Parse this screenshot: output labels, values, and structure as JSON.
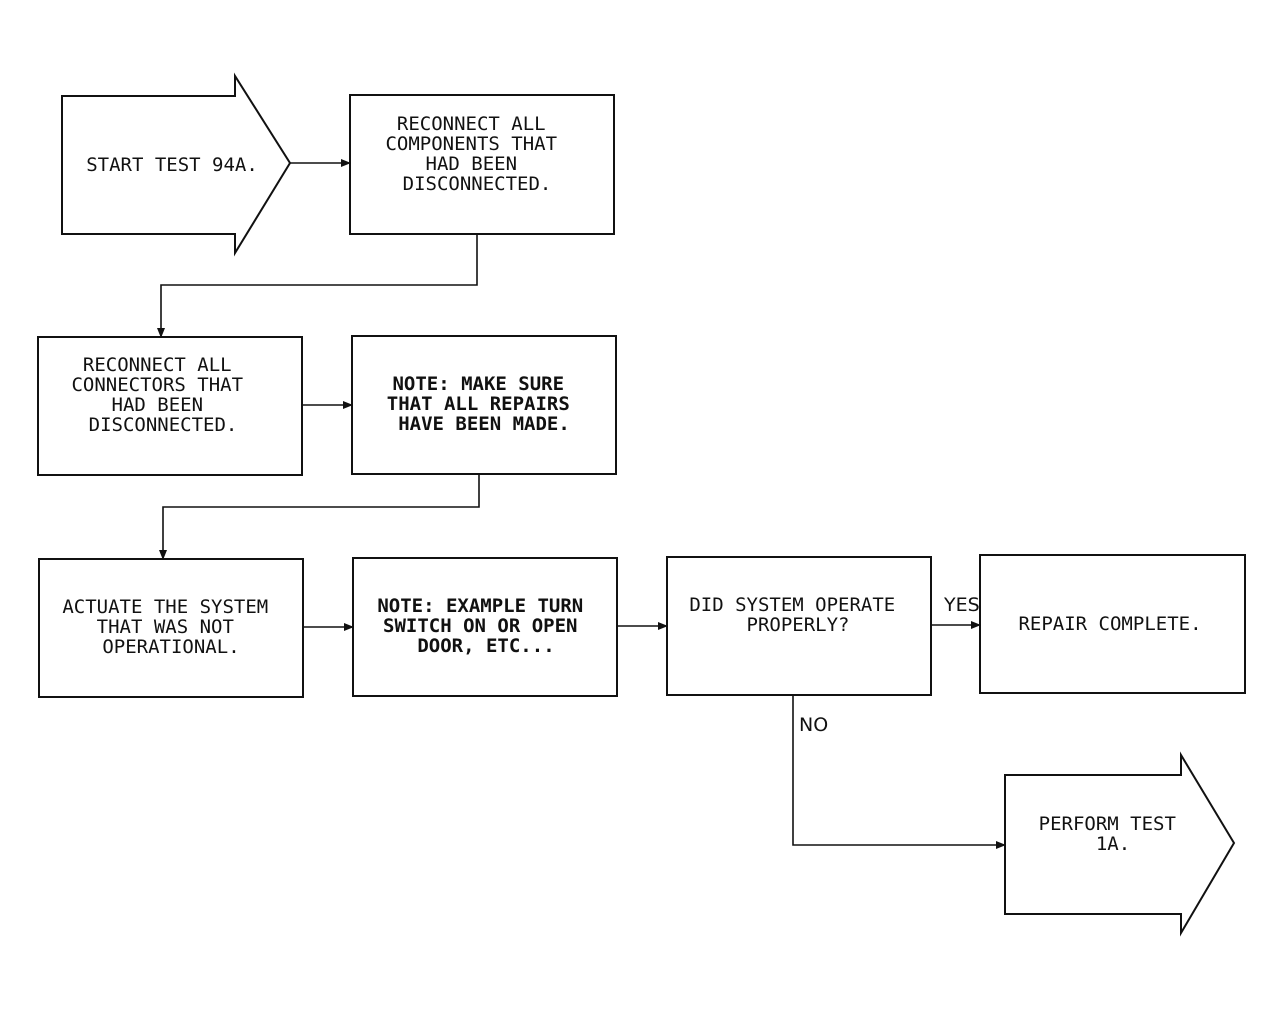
{
  "diagram": {
    "nodes": {
      "start": {
        "lines": [
          "START TEST 94A."
        ],
        "shape": "arrow"
      },
      "reconnect_components": {
        "lines": [
          "RECONNECT ALL",
          "COMPONENTS THAT",
          "HAD BEEN",
          "DISCONNECTED."
        ],
        "shape": "box"
      },
      "reconnect_connectors": {
        "lines": [
          "RECONNECT ALL",
          "CONNECTORS THAT",
          "HAD BEEN",
          "DISCONNECTED."
        ],
        "shape": "box"
      },
      "note_repairs": {
        "lines": [
          "NOTE: MAKE SURE",
          "THAT ALL REPAIRS",
          "HAVE BEEN MADE."
        ],
        "shape": "box"
      },
      "actuate": {
        "lines": [
          "ACTUATE THE SYSTEM",
          "THAT WAS NOT",
          "OPERATIONAL."
        ],
        "shape": "box"
      },
      "note_example": {
        "lines": [
          "NOTE: EXAMPLE TURN",
          "SWITCH ON OR OPEN",
          "DOOR, ETC..."
        ],
        "shape": "box"
      },
      "decision": {
        "lines": [
          "DID SYSTEM OPERATE",
          "PROPERLY?"
        ],
        "shape": "box"
      },
      "repair_complete": {
        "lines": [
          "REPAIR COMPLETE."
        ],
        "shape": "box"
      },
      "perform_test": {
        "lines": [
          "PERFORM TEST",
          "1A."
        ],
        "shape": "arrow"
      }
    },
    "edges": [
      {
        "from": "start",
        "to": "reconnect_components",
        "label": ""
      },
      {
        "from": "reconnect_components",
        "to": "reconnect_connectors",
        "label": ""
      },
      {
        "from": "reconnect_connectors",
        "to": "note_repairs",
        "label": ""
      },
      {
        "from": "note_repairs",
        "to": "actuate",
        "label": ""
      },
      {
        "from": "actuate",
        "to": "note_example",
        "label": ""
      },
      {
        "from": "note_example",
        "to": "decision",
        "label": ""
      },
      {
        "from": "decision",
        "to": "repair_complete",
        "label": "YES"
      },
      {
        "from": "decision",
        "to": "perform_test",
        "label": "NO"
      }
    ],
    "colors": {
      "stroke": "#111111",
      "background": "#ffffff"
    }
  }
}
